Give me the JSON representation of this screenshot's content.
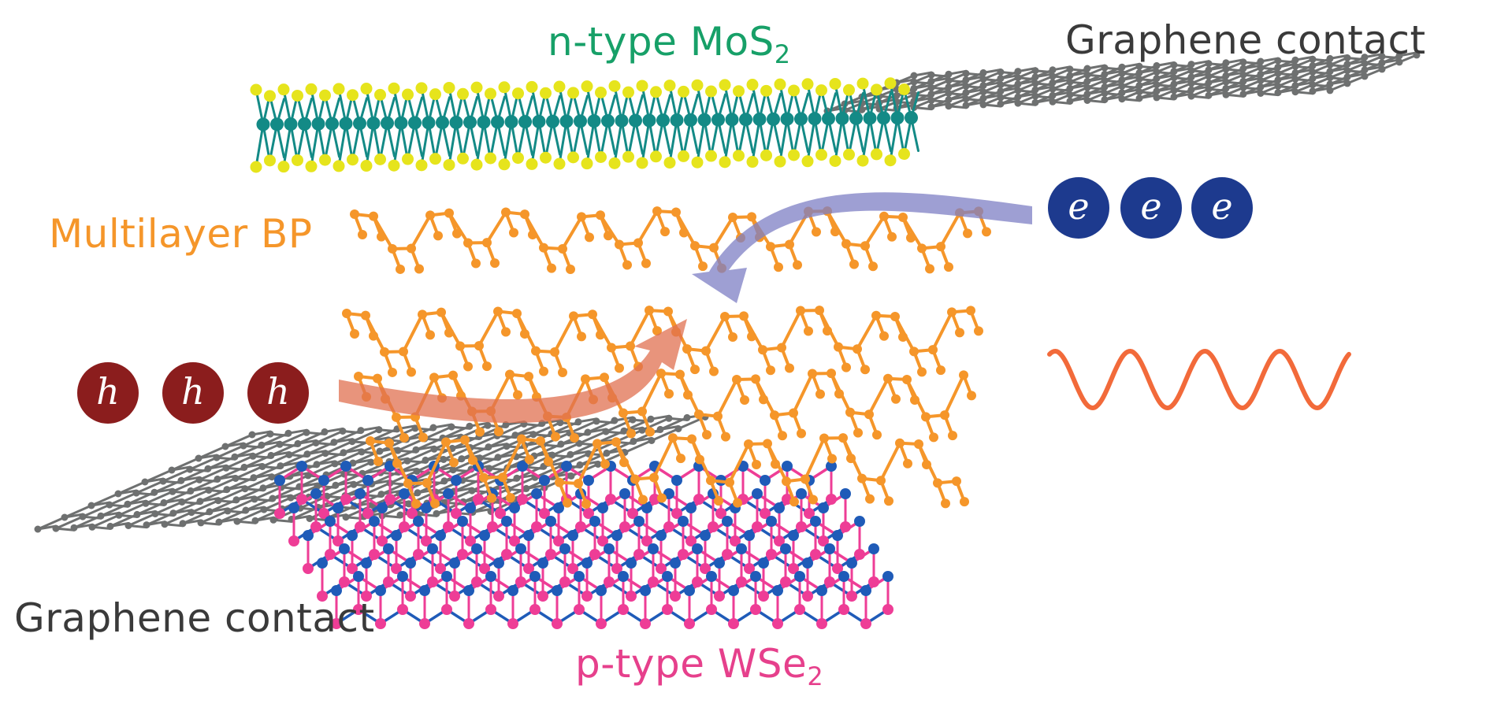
{
  "labels": {
    "n_type_prefix": "n-type MoS",
    "n_type_sub": "2",
    "graphene_top": "Graphene contact",
    "multilayer_bp": "Multilayer BP",
    "graphene_bottom": "Graphene contact",
    "p_type_prefix": "p-type WSe",
    "p_type_sub": "2"
  },
  "electrons": [
    "e",
    "e",
    "e"
  ],
  "holes": [
    "h",
    "h",
    "h"
  ],
  "colors": {
    "mos2_label": "#17a068",
    "mos2_sulfur": "#e6e41c",
    "mos2_molybdenum": "#138a86",
    "graphene": "#6e7070",
    "bp": "#f5962a",
    "wse2_label": "#e6408c",
    "wse2_w": "#1f5bb8",
    "wse2_se": "#ee3d96",
    "electron": "#1d3a8e",
    "hole": "#8b1d1d",
    "electron_arrow": "#7d7fc4",
    "hole_arrow": "#e07050",
    "light_wave": "#f26a3a",
    "graphene_label": "#3a3a3a",
    "bp_label": "#f5962a"
  }
}
